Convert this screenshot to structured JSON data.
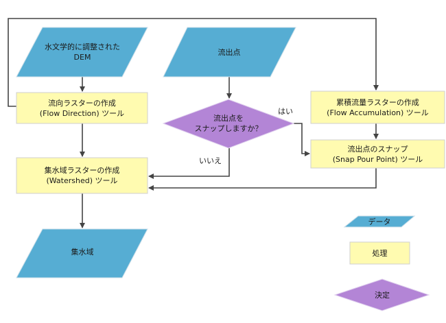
{
  "colors": {
    "data": "#56add3",
    "process": "#fffbb0",
    "process_border": "#cfcfcf",
    "decision": "#b385d6",
    "connector": "#444444"
  },
  "nodes": {
    "dem": {
      "type": "data",
      "label": "水文学的に調整された\nDEM"
    },
    "pour_point": {
      "type": "data",
      "label": "流出点"
    },
    "flow_direction": {
      "type": "process",
      "label": "流向ラスターの作成\n(Flow Direction) ツール"
    },
    "decision_snap": {
      "type": "decision",
      "label": "流出点を\nスナップしますか？"
    },
    "flow_accumulation": {
      "type": "process",
      "label": "累積流量ラスターの作成\n(Flow Accumulation) ツール"
    },
    "snap_pour_point": {
      "type": "process",
      "label": "流出点のスナップ\n(Snap Pour Point) ツール"
    },
    "watershed_tool": {
      "type": "process",
      "label": "集水域ラスターの作成\n(Watershed) ツール"
    },
    "watershed": {
      "type": "data",
      "label": "集水域"
    }
  },
  "edges": [
    {
      "from": "dem",
      "to": "flow_direction",
      "label": ""
    },
    {
      "from": "flow_direction",
      "to": "flow_accumulation",
      "label": ""
    },
    {
      "from": "flow_direction",
      "to": "watershed_tool",
      "label": ""
    },
    {
      "from": "pour_point",
      "to": "decision_snap",
      "label": ""
    },
    {
      "from": "decision_snap",
      "to": "snap_pour_point",
      "label": "はい"
    },
    {
      "from": "decision_snap",
      "to": "watershed_tool",
      "label": "いいえ"
    },
    {
      "from": "flow_accumulation",
      "to": "snap_pour_point",
      "label": ""
    },
    {
      "from": "snap_pour_point",
      "to": "watershed_tool",
      "label": ""
    },
    {
      "from": "watershed_tool",
      "to": "watershed",
      "label": ""
    }
  ],
  "legend": {
    "data": "データ",
    "process": "処理",
    "decision": "決定"
  }
}
